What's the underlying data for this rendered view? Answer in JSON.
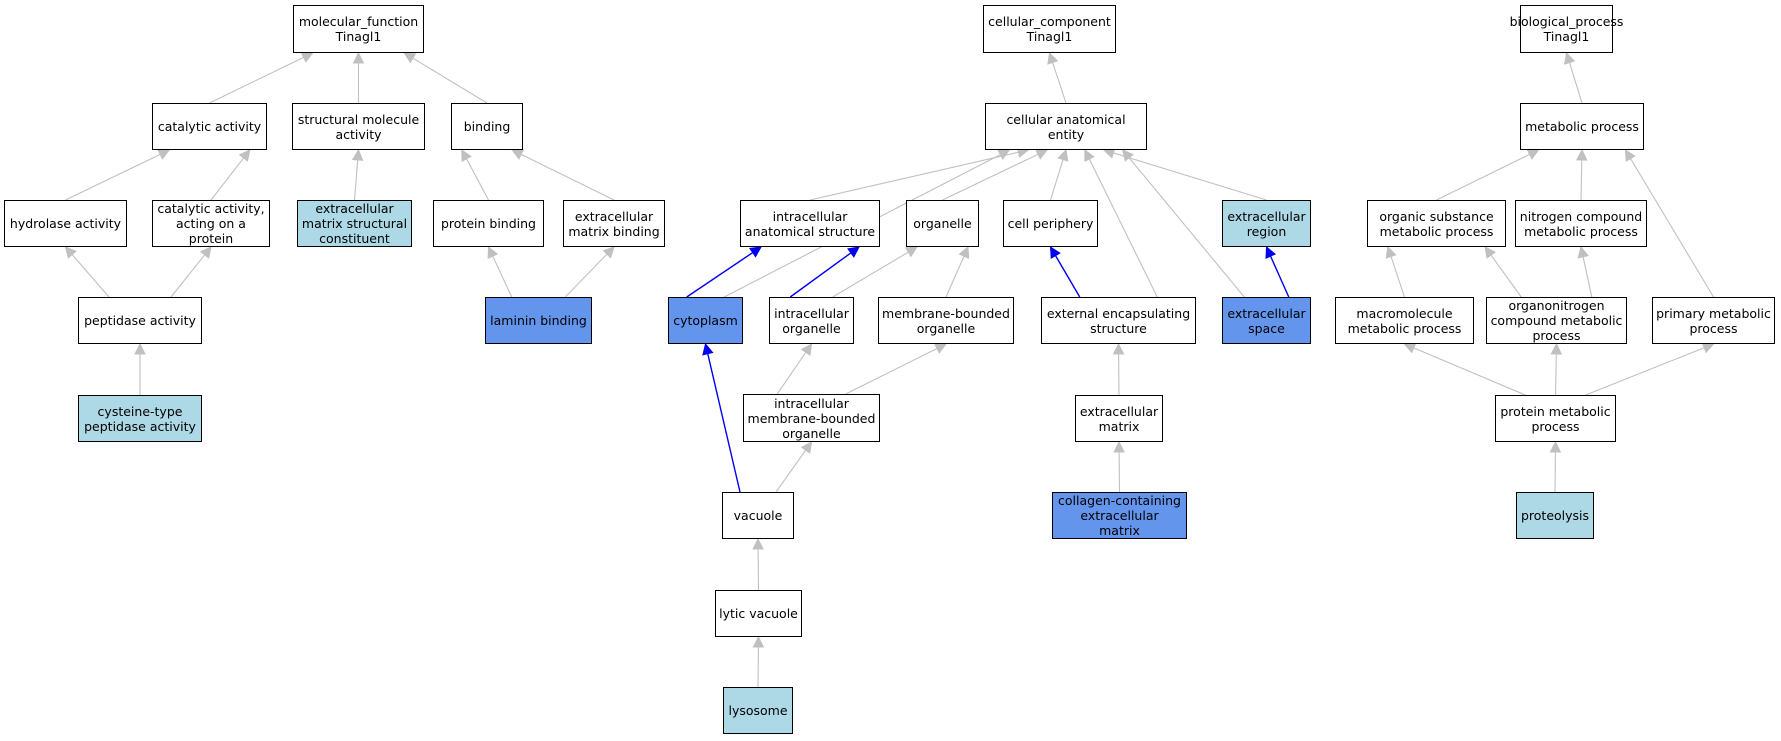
{
  "diagram": {
    "fill_colors": {
      "plain": "#ffffff",
      "light": "#add8e6",
      "dark": "#6495ed"
    },
    "edge_colors": {
      "gray": "#c0c0c0",
      "blue": "#0000ee"
    },
    "nodes": [
      {
        "id": "mf",
        "label": "molecular_function\nTinagl1",
        "fill": "plain"
      },
      {
        "id": "cat",
        "label": "catalytic activity",
        "fill": "plain"
      },
      {
        "id": "smact",
        "label": "structural molecule\nactivity",
        "fill": "plain"
      },
      {
        "id": "bind",
        "label": "binding",
        "fill": "plain"
      },
      {
        "id": "hyd",
        "label": "hydrolase activity",
        "fill": "plain"
      },
      {
        "id": "catp",
        "label": "catalytic activity,\nacting on a\nprotein",
        "fill": "plain"
      },
      {
        "id": "ecmsc",
        "label": "extracellular\nmatrix structural\nconstituent",
        "fill": "light"
      },
      {
        "id": "pbind",
        "label": "protein binding",
        "fill": "plain"
      },
      {
        "id": "ecmb",
        "label": "extracellular\nmatrix binding",
        "fill": "plain"
      },
      {
        "id": "pep",
        "label": "peptidase activity",
        "fill": "plain"
      },
      {
        "id": "lam",
        "label": "laminin binding",
        "fill": "dark"
      },
      {
        "id": "cys",
        "label": "cysteine-type\npeptidase activity",
        "fill": "light"
      },
      {
        "id": "cc",
        "label": "cellular_component\nTinagl1",
        "fill": "plain"
      },
      {
        "id": "cae",
        "label": "cellular anatomical\nentity",
        "fill": "plain"
      },
      {
        "id": "ias",
        "label": "intracellular\nanatomical structure",
        "fill": "plain"
      },
      {
        "id": "org",
        "label": "organelle",
        "fill": "plain"
      },
      {
        "id": "cper",
        "label": "cell periphery",
        "fill": "plain"
      },
      {
        "id": "ecreg",
        "label": "extracellular\nregion",
        "fill": "light"
      },
      {
        "id": "cyto",
        "label": "cytoplasm",
        "fill": "dark"
      },
      {
        "id": "iorg",
        "label": "intracellular\norganelle",
        "fill": "plain"
      },
      {
        "id": "mbo",
        "label": "membrane-bounded\norganelle",
        "fill": "plain"
      },
      {
        "id": "ees",
        "label": "external encapsulating\nstructure",
        "fill": "plain"
      },
      {
        "id": "ecsp",
        "label": "extracellular\nspace",
        "fill": "dark"
      },
      {
        "id": "imbo",
        "label": "intracellular\nmembrane-bounded\norganelle",
        "fill": "plain"
      },
      {
        "id": "ecm",
        "label": "extracellular\nmatrix",
        "fill": "plain"
      },
      {
        "id": "vac",
        "label": "vacuole",
        "fill": "plain"
      },
      {
        "id": "cecm",
        "label": "collagen-containing\nextracellular\nmatrix",
        "fill": "dark"
      },
      {
        "id": "lvac",
        "label": "lytic vacuole",
        "fill": "plain"
      },
      {
        "id": "lys",
        "label": "lysosome",
        "fill": "light"
      },
      {
        "id": "bp",
        "label": "biological_process\nTinagl1",
        "fill": "plain"
      },
      {
        "id": "met",
        "label": "metabolic process",
        "fill": "plain"
      },
      {
        "id": "osmp",
        "label": "organic substance\nmetabolic process",
        "fill": "plain"
      },
      {
        "id": "ncmp",
        "label": "nitrogen compound\nmetabolic process",
        "fill": "plain"
      },
      {
        "id": "macmp",
        "label": "macromolecule\nmetabolic process",
        "fill": "plain"
      },
      {
        "id": "oncmp",
        "label": "organonitrogen\ncompound metabolic\nprocess",
        "fill": "plain"
      },
      {
        "id": "pmp",
        "label": "primary metabolic\nprocess",
        "fill": "plain"
      },
      {
        "id": "prmp",
        "label": "protein metabolic\nprocess",
        "fill": "plain"
      },
      {
        "id": "prot",
        "label": "proteolysis",
        "fill": "light"
      }
    ],
    "edges": [
      {
        "from": "cat",
        "to": "mf",
        "color": "gray"
      },
      {
        "from": "smact",
        "to": "mf",
        "color": "gray"
      },
      {
        "from": "bind",
        "to": "mf",
        "color": "gray"
      },
      {
        "from": "hyd",
        "to": "cat",
        "color": "gray"
      },
      {
        "from": "catp",
        "to": "cat",
        "color": "gray"
      },
      {
        "from": "ecmsc",
        "to": "smact",
        "color": "gray"
      },
      {
        "from": "pbind",
        "to": "bind",
        "color": "gray"
      },
      {
        "from": "ecmb",
        "to": "bind",
        "color": "gray"
      },
      {
        "from": "pep",
        "to": "hyd",
        "color": "gray"
      },
      {
        "from": "pep",
        "to": "catp",
        "color": "gray"
      },
      {
        "from": "lam",
        "to": "pbind",
        "color": "gray"
      },
      {
        "from": "lam",
        "to": "ecmb",
        "color": "gray"
      },
      {
        "from": "cys",
        "to": "pep",
        "color": "gray"
      },
      {
        "from": "cae",
        "to": "cc",
        "color": "gray"
      },
      {
        "from": "ias",
        "to": "cae",
        "color": "gray"
      },
      {
        "from": "org",
        "to": "cae",
        "color": "gray"
      },
      {
        "from": "cper",
        "to": "cae",
        "color": "gray"
      },
      {
        "from": "ecreg",
        "to": "cae",
        "color": "gray"
      },
      {
        "from": "cyto",
        "to": "cae",
        "color": "gray"
      },
      {
        "from": "ees",
        "to": "cae",
        "color": "gray"
      },
      {
        "from": "ecsp",
        "to": "cae",
        "color": "gray"
      },
      {
        "from": "cyto",
        "to": "ias",
        "color": "blue"
      },
      {
        "from": "iorg",
        "to": "ias",
        "color": "blue"
      },
      {
        "from": "iorg",
        "to": "org",
        "color": "gray"
      },
      {
        "from": "mbo",
        "to": "org",
        "color": "gray"
      },
      {
        "from": "ees",
        "to": "cper",
        "color": "blue"
      },
      {
        "from": "ecsp",
        "to": "ecreg",
        "color": "blue"
      },
      {
        "from": "imbo",
        "to": "iorg",
        "color": "gray"
      },
      {
        "from": "imbo",
        "to": "mbo",
        "color": "gray"
      },
      {
        "from": "ecm",
        "to": "ees",
        "color": "gray"
      },
      {
        "from": "vac",
        "to": "imbo",
        "color": "gray"
      },
      {
        "from": "vac",
        "to": "cyto",
        "color": "blue"
      },
      {
        "from": "cecm",
        "to": "ecm",
        "color": "gray"
      },
      {
        "from": "lvac",
        "to": "vac",
        "color": "gray"
      },
      {
        "from": "lys",
        "to": "lvac",
        "color": "gray"
      },
      {
        "from": "met",
        "to": "bp",
        "color": "gray"
      },
      {
        "from": "osmp",
        "to": "met",
        "color": "gray"
      },
      {
        "from": "ncmp",
        "to": "met",
        "color": "gray"
      },
      {
        "from": "pmp",
        "to": "met",
        "color": "gray"
      },
      {
        "from": "macmp",
        "to": "osmp",
        "color": "gray"
      },
      {
        "from": "oncmp",
        "to": "osmp",
        "color": "gray"
      },
      {
        "from": "oncmp",
        "to": "ncmp",
        "color": "gray"
      },
      {
        "from": "prmp",
        "to": "macmp",
        "color": "gray"
      },
      {
        "from": "prmp",
        "to": "oncmp",
        "color": "gray"
      },
      {
        "from": "prmp",
        "to": "pmp",
        "color": "gray"
      },
      {
        "from": "prot",
        "to": "prmp",
        "color": "gray"
      }
    ]
  }
}
